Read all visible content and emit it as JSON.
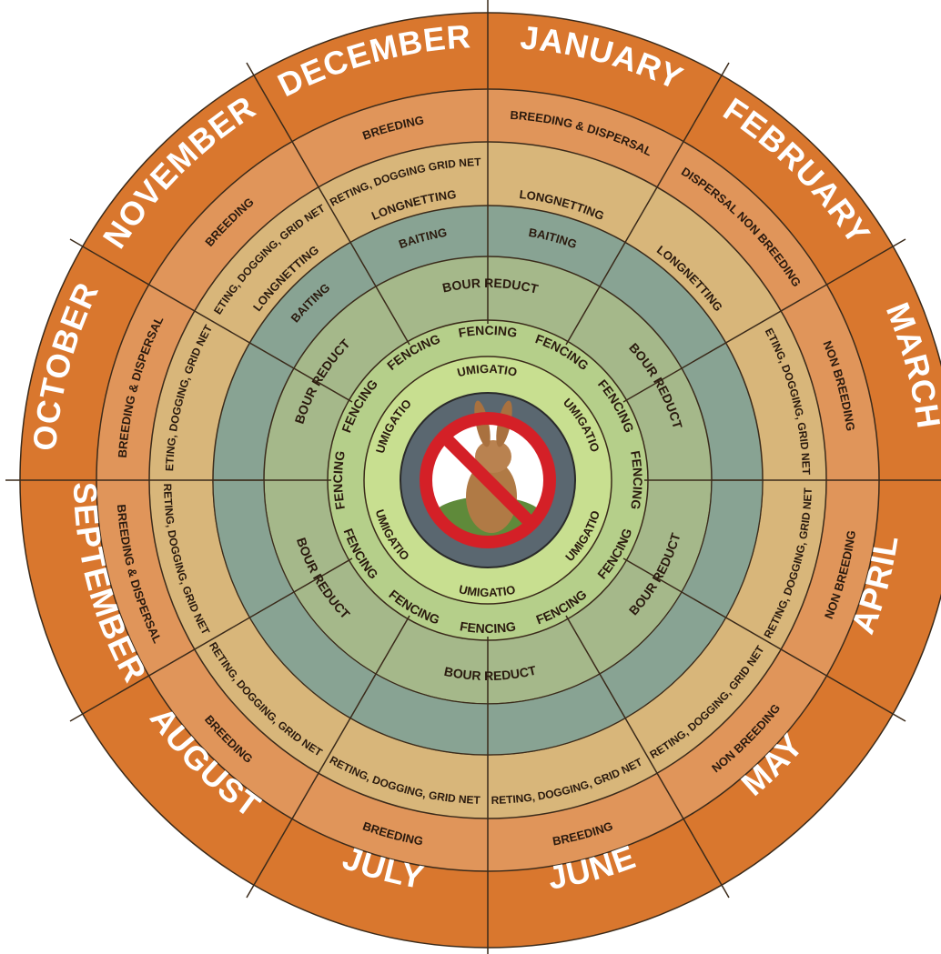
{
  "months": [
    "JANUARY",
    "FEBRUARY",
    "MARCH",
    "APRIL",
    "MAY",
    "JUNE",
    "JULY",
    "AUGUST",
    "SEPTEMBER",
    "OCTOBER",
    "NOVEMBER",
    "DECEMBER"
  ],
  "breeding_status": [
    "BREEDING & DISPERSAL",
    "DISPERSAL NON BREEDING",
    "NON BREEDING",
    "NON BREEDING",
    "NON BREEDING",
    "BREEDING",
    "BREEDING",
    "BREEDING",
    "BREEDING & DISPERSAL",
    "BREEDING & DISPERSAL",
    "BREEDING",
    "BREEDING"
  ],
  "control_ring_outer": [
    "",
    "",
    "FERRETING, DOGGING, GRID NETTING",
    "FERRETING, DOGGING, GRID NETTING",
    "FERRETING, DOGGING, GRID NETTING",
    "FERRETING, DOGGING, GRID NETTING",
    "FERRETING, DOGGING, GRID NETTING",
    "FERRETING, DOGGING, GRID NETTING",
    "FERRETING, DOGGING, GRID NETTING",
    "FERRETING, DOGGING, GRID NETTING",
    "FERRETING, DOGGING, GRID NETTING",
    "FERRETING, DOGGING GRID NETTING"
  ],
  "control_ring_inner": [
    "LONGNETTING",
    "LONGNETTING",
    "",
    "",
    "",
    "",
    "",
    "",
    "",
    "",
    "LONGNETTING",
    "LONGNETTING"
  ],
  "baiting_ring": [
    "BAITING",
    "BAITING",
    "BAITING"
  ],
  "harbour_reduction": [
    "HARBOUR REDUCTION",
    "HARBOUR REDUCTION",
    "HARBOUR REDUCTION",
    "HARBOUR REDUCTION",
    "HARBOUR REDUCTION",
    "HARBOUR REDUCTION"
  ],
  "fencing": [
    "FENCING",
    "FENCING",
    "FENCING",
    "FENCING",
    "FENCING",
    "FENCING",
    "FENCING",
    "FENCING",
    "FENCING",
    "FENCING",
    "FENCING",
    "FENCING"
  ],
  "fumigation": [
    "FUMIGATION",
    "FUMIGATION",
    "FUMIGATION",
    "FUMIGATION",
    "FUMIGATION",
    "FUMIGATION"
  ],
  "colors": {
    "month_ring": "#d9772e",
    "breeding_ring": "#e0955a",
    "control_ring": "#d8b67a",
    "baiting_ring": "#88a393",
    "harbour_ring": "#a5b88a",
    "fencing_ring": "#b5cf8a",
    "fumigation_ring": "#c8df90",
    "center_badge": "#5a6770",
    "no_sign": "#d42027",
    "divider": "#3a2a1a"
  },
  "center_icon": "no-rabbits-icon"
}
